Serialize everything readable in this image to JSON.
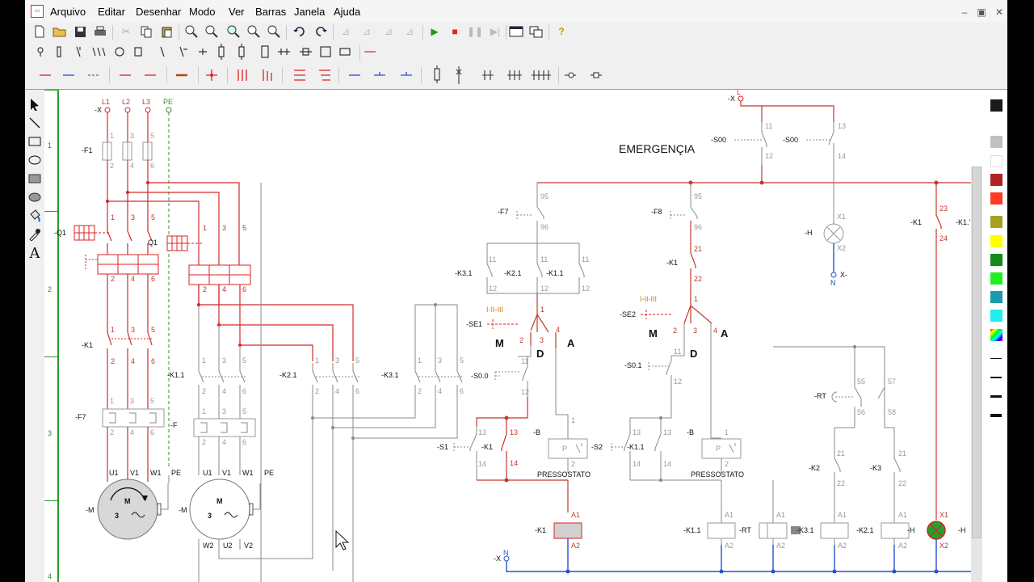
{
  "menu": {
    "items": [
      "Arquivo",
      "Editar",
      "Desenhar",
      "Modo",
      "Ver",
      "Barras",
      "Janela",
      "Ajuda"
    ]
  },
  "window_controls": {
    "minimize": "–",
    "restore": "▣",
    "close": "✕"
  },
  "icons": {
    "toolbar1": [
      "new-file-icon",
      "open-folder-icon",
      "save-icon",
      "print-icon",
      "cut-icon",
      "copy-icon",
      "paste-icon",
      "zoom-in-icon",
      "zoom-out-icon",
      "zoom-area-icon",
      "zoom-fit-icon",
      "zoom-page-icon",
      "undo-icon",
      "redo-icon",
      "mirror-icon",
      "rotate-left-icon",
      "rotate-right-icon",
      "flip-icon",
      "play-icon",
      "stop-icon",
      "pause-icon",
      "step-icon",
      "window-list-icon",
      "select-window-icon",
      "help-icon"
    ],
    "palette": [
      "pointer-icon",
      "line-icon",
      "rectangle-icon",
      "ellipse-icon",
      "filled-rectangle-icon",
      "filled-ellipse-icon",
      "fill-bucket-icon",
      "eyedropper-icon",
      "text-icon"
    ]
  },
  "palette_text_glyph": "A",
  "colors": {
    "power": "#d22b2b",
    "control_red": "#c0392b",
    "neutral_blue": "#2450d0",
    "grey_wire": "#8a8a8a",
    "earth_green": "#2a9a2a",
    "swatches": [
      "#1a1a1a",
      "#c0c0c0",
      "#ffffff",
      "#b22222",
      "#ff3b1f",
      "#a8a020",
      "#ffff00",
      "#138a1a",
      "#22ee22",
      "#1a9aaa",
      "#22eeee"
    ]
  },
  "ruler": {
    "rows": [
      "1",
      "2",
      "3",
      "4"
    ]
  },
  "diagram": {
    "phases": [
      "L1",
      "L2",
      "L3",
      "PE"
    ],
    "x_terminal": "-X",
    "fuse_f1": "-F1",
    "breaker_q1": "-Q1",
    "breaker_q1b": "Q1",
    "contactor_k1": "-K1",
    "contactor_k11": "-K1.1",
    "contactor_k21": "-K2.1",
    "contactor_k31": "-K3.1",
    "overload_f7": "-F7",
    "overload_f": "-F",
    "motor_tag": "-M",
    "motor_letter": "M",
    "motor_phases": "3",
    "motor_terms_top": [
      "U1",
      "V1",
      "W1",
      "PE"
    ],
    "motor_terms_bottom": [
      "W2",
      "U2",
      "V2"
    ],
    "emergency_title": "EMERGENÇIA",
    "s00": "-S00",
    "f7c": "-F7",
    "f8c": "-F8",
    "k31c": "-K3.1",
    "k21c": "-K2.1",
    "k11c": "-K1.1",
    "k1c": "-K1",
    "se1": "-SE1",
    "se2": "-SE2",
    "modes": "I-II-III",
    "s00_0": "-S0.0",
    "s01": "-S0.1",
    "mode_m": "M",
    "mode_d": "D",
    "mode_a": "A",
    "s1": "-S1",
    "s2": "-S2",
    "b": "-B",
    "pressostato": "PRESSOSTATO",
    "h": "-H",
    "n": "N",
    "xminus": "X-",
    "rt": "-RT",
    "k2": "-K2",
    "k3": "-K3",
    "x1": "X1",
    "x2": "X2",
    "a1": "A1",
    "a2": "A2",
    "k1c_label": "-K1",
    "k1dot": "-K1.'"
  }
}
